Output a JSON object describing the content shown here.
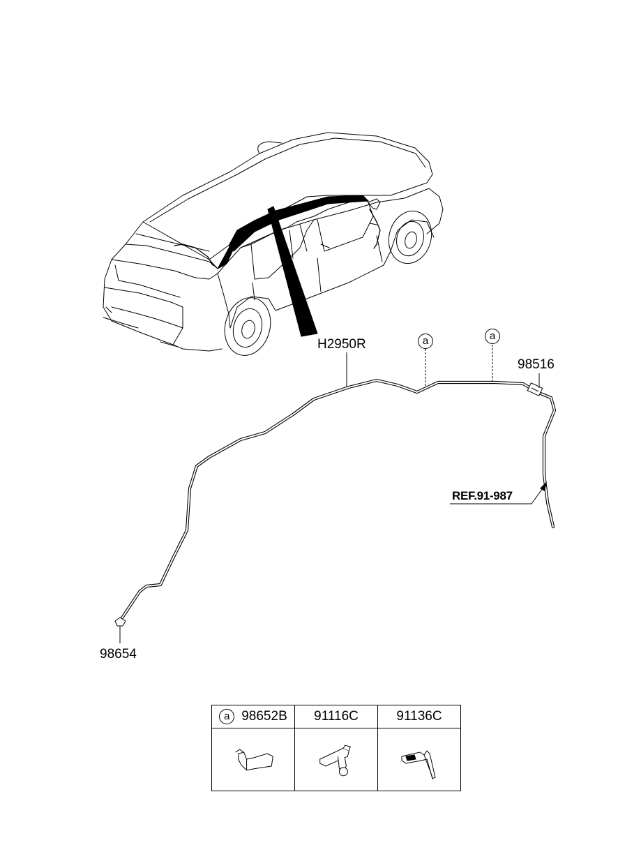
{
  "callouts": {
    "harness_part": "H2950R",
    "end_connector_part": "98516",
    "nozzle_part": "98654",
    "reference": "REF.91-987",
    "clip_marker": "a"
  },
  "parts_table": {
    "marker": "a",
    "columns": [
      "98652B",
      "91116C",
      "91136C"
    ]
  }
}
